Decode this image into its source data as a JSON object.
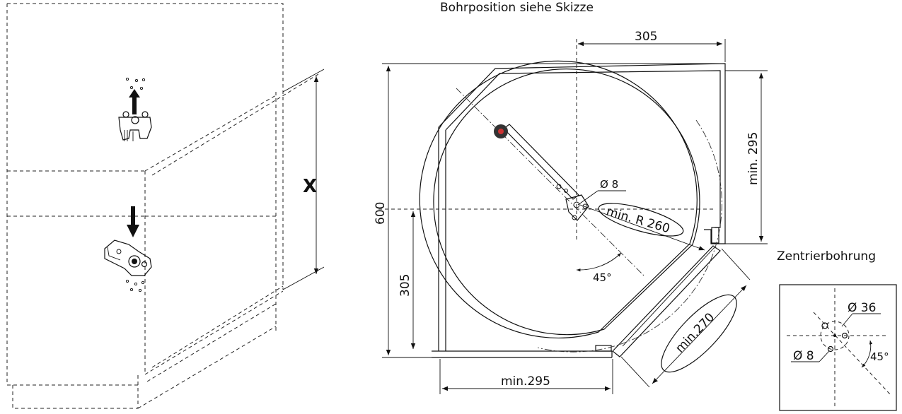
{
  "title": "Bohrposition siehe Skizze",
  "cabinet": {
    "height_label": "X"
  },
  "dimensions": {
    "top_width": "305",
    "overall_height": "600",
    "left_height": "305",
    "right_height": "min. 295",
    "bottom_width": "min.295",
    "diagonal": "min.270",
    "radius": "min. R 260",
    "hole_diameter": "Ø 8",
    "angle": "45°"
  },
  "detail": {
    "title": "Zentrierbohrung",
    "diameter_large": "Ø 36",
    "diameter_small": "Ø 8",
    "angle": "45°"
  }
}
